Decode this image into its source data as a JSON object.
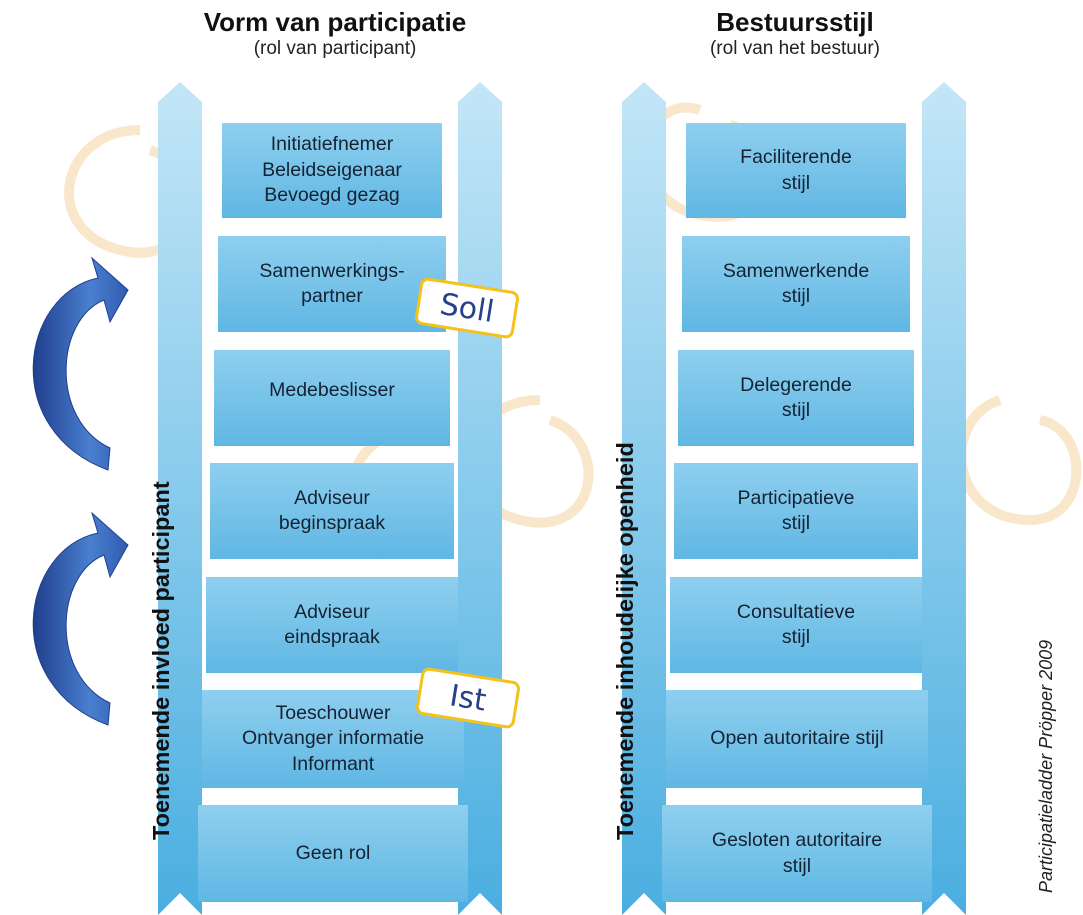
{
  "left_ladder": {
    "title": "Vorm van participatie",
    "subtitle": "(rol van participant)",
    "axis_label": "Toenemende invloed participant",
    "rungs": [
      {
        "lines": [
          "Initiatiefnemer",
          "Beleidseigenaar",
          "Bevoegd gezag"
        ]
      },
      {
        "lines": [
          "Samenwerkings-",
          "partner"
        ]
      },
      {
        "lines": [
          "Medebeslisser"
        ]
      },
      {
        "lines": [
          "Adviseur",
          "beginspraak"
        ]
      },
      {
        "lines": [
          "Adviseur",
          "eindspraak"
        ]
      },
      {
        "lines": [
          "Toeschouwer",
          "Ontvanger informatie",
          "Informant"
        ]
      },
      {
        "lines": [
          "Geen rol"
        ]
      }
    ],
    "tags": {
      "soll": "Soll",
      "ist": "Ist"
    }
  },
  "right_ladder": {
    "title": "Bestuursstijl",
    "subtitle": "(rol van het bestuur)",
    "axis_label": "Toenemende inhoudelijke openheid",
    "rungs": [
      {
        "lines": [
          "Faciliterende",
          "stijl"
        ]
      },
      {
        "lines": [
          "Samenwerkende",
          "stijl"
        ]
      },
      {
        "lines": [
          "Delegerende",
          "stijl"
        ]
      },
      {
        "lines": [
          "Participatieve",
          "stijl"
        ]
      },
      {
        "lines": [
          "Consultatieve",
          "stijl"
        ]
      },
      {
        "lines": [
          "Open autoritaire stijl"
        ]
      },
      {
        "lines": [
          "Gesloten autoritaire",
          "stijl"
        ]
      }
    ]
  },
  "credit": "Participatieladder Pröpper 2009",
  "colors": {
    "rail_light": "#c3e6f7",
    "rail_dark": "#4aaee0",
    "rung_light": "#8fcfee",
    "rung_dark": "#5fb7e4",
    "arrow_light": "#4a7fd0",
    "arrow_dark": "#1f3f8c",
    "tag_border": "#f3c21c",
    "tag_text": "#27408b",
    "watermark": "#f7e1bf"
  }
}
